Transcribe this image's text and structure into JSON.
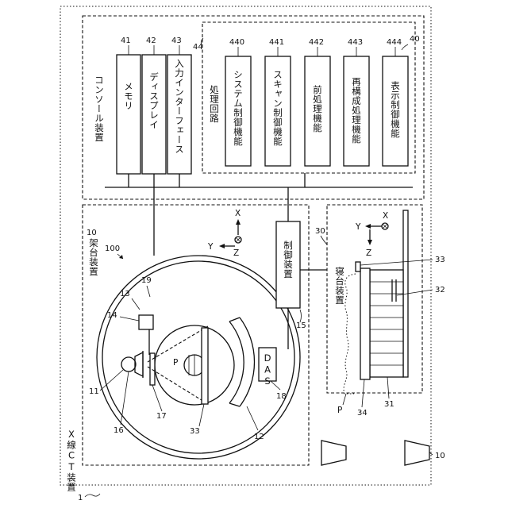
{
  "labels": {
    "xray_ct_device": "X線CT装置",
    "ref_1": "1",
    "console_device": "コンソール装置",
    "ref_40": "40",
    "memory": "メモリ",
    "ref_41": "41",
    "display": "ディスプレイ",
    "ref_42": "42",
    "input_interface": "入力インターフェース",
    "ref_43": "43",
    "processing_circuit": "処理回路",
    "ref_44": "44",
    "system_control": "システム制御機能",
    "ref_440": "440",
    "scan_control": "スキャン制御機能",
    "ref_441": "441",
    "preprocessing": "前処理機能",
    "ref_442": "442",
    "reconstruction": "再構成処理機能",
    "ref_443": "443",
    "display_control": "表示制御機能",
    "ref_444": "444",
    "gantry_device": "架台装置",
    "ref_10": "10",
    "ref_100": "100",
    "control_device": "制御装置",
    "ref_15": "15",
    "das": "DAS",
    "ref_18": "18",
    "couch_device": "寝台装置",
    "ref_30": "30",
    "patient": "P",
    "ref_11": "11",
    "ref_12": "12",
    "ref_13": "13",
    "ref_14": "14",
    "ref_16": "16",
    "ref_17": "17",
    "ref_19": "19",
    "ref_31": "31",
    "ref_32": "32",
    "ref_33": "33",
    "ref_34": "34",
    "axis_x": "X",
    "axis_y": "Y",
    "axis_z": "Z"
  }
}
